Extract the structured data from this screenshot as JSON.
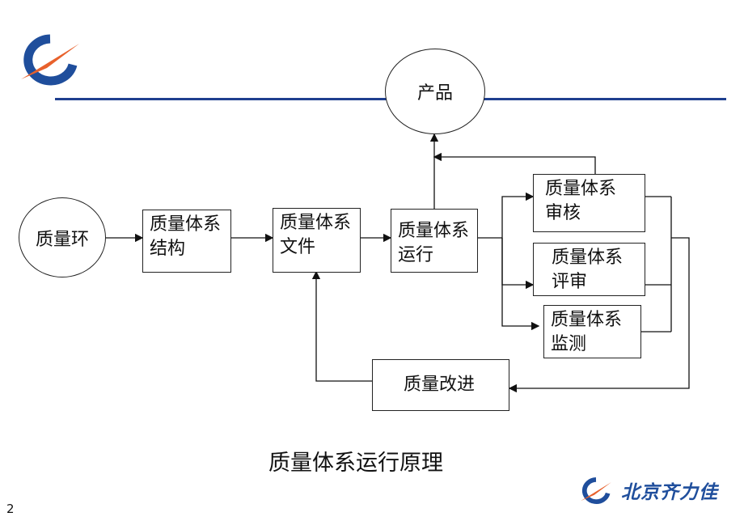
{
  "nodes": {
    "product": "产品",
    "quality_loop": "质量环",
    "structure": "质量体系\n结构",
    "documents": "质量体系\n文件",
    "operation": "质量体系\n运行",
    "audit": "质量体系\n审核",
    "review": "质量体系\n评审",
    "monitoring": "质量体系\n监测",
    "improvement": "质量改进"
  },
  "caption": "质量体系运行原理",
  "page_number": "2",
  "brand": {
    "name": "北京齐力佳",
    "primary_color": "#1f4e9c",
    "accent_color": "#e8612c"
  }
}
